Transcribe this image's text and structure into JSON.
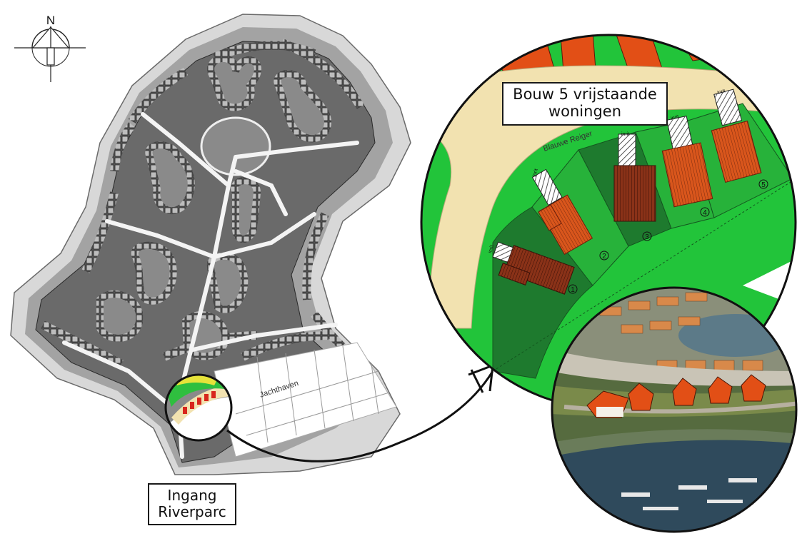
{
  "compass": {
    "north_label": "N",
    "icon": "compass-rose-icon"
  },
  "site_plan": {
    "harbour_label": "Jachthaven",
    "entrance_label": [
      "Ingang",
      "Riverparc"
    ]
  },
  "detail_plan": {
    "street_label": "Blauwe Reiger",
    "project_label": [
      "Bouw 5 vrijstaande",
      "woningen"
    ],
    "driveway_label": "inrit",
    "plot_numbers": [
      "1",
      "2",
      "3",
      "4",
      "5"
    ]
  },
  "colors": {
    "grass": "#22c43a",
    "dark_plot": "#1e7a2e",
    "road": "#f2e2b0",
    "roof": "#e1501a",
    "roof_dark": "#8c2c12",
    "water": "#3a5a6e",
    "site_dark": "#6a6a6a",
    "site_light": "#e8e8e8"
  }
}
